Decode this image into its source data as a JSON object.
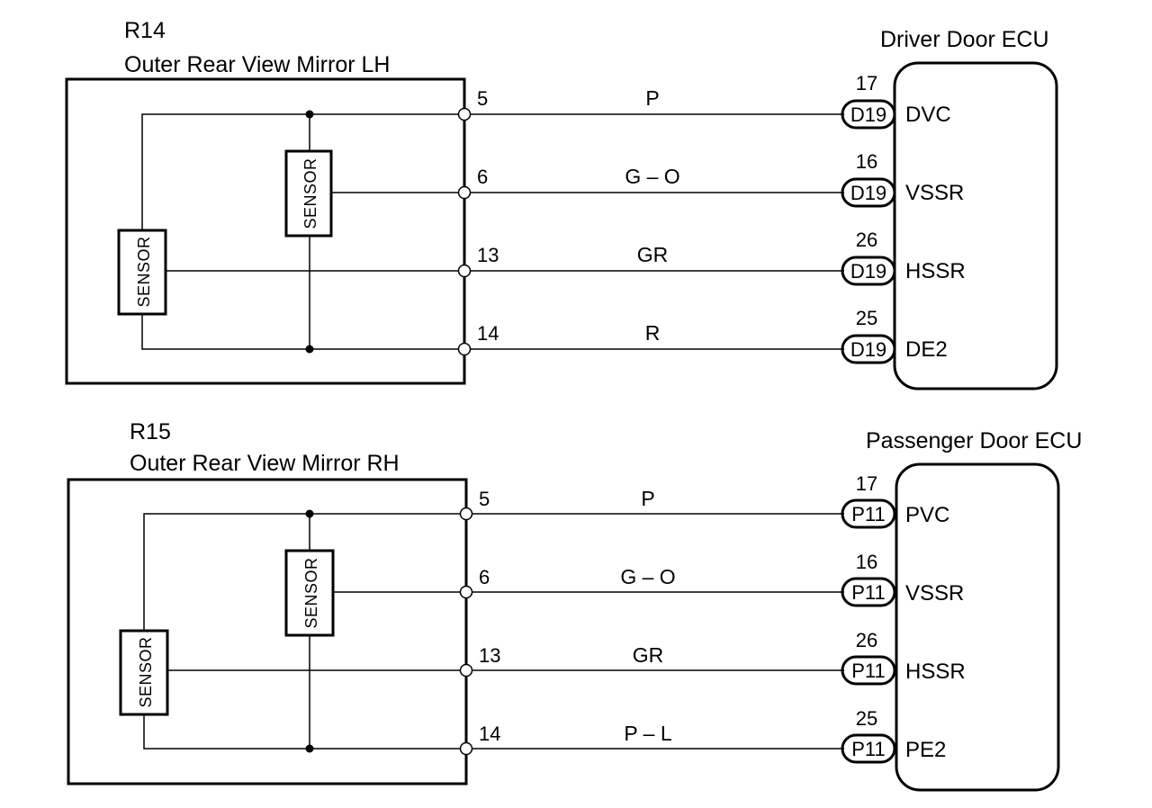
{
  "circuits": [
    {
      "mirror_code": "R14",
      "mirror_name": "Outer Rear View Mirror LH",
      "ecu_name": "Driver Door ECU",
      "sensor_label": "SENSOR",
      "wires": [
        {
          "mirror_pin": "5",
          "color": "P",
          "connector": "D19",
          "ecu_pin": "17",
          "signal": "DVC"
        },
        {
          "mirror_pin": "6",
          "color": "G – O",
          "connector": "D19",
          "ecu_pin": "16",
          "signal": "VSSR"
        },
        {
          "mirror_pin": "13",
          "color": "GR",
          "connector": "D19",
          "ecu_pin": "26",
          "signal": "HSSR"
        },
        {
          "mirror_pin": "14",
          "color": "R",
          "connector": "D19",
          "ecu_pin": "25",
          "signal": "DE2"
        }
      ]
    },
    {
      "mirror_code": "R15",
      "mirror_name": "Outer Rear View Mirror RH",
      "ecu_name": "Passenger Door ECU",
      "sensor_label": "SENSOR",
      "wires": [
        {
          "mirror_pin": "5",
          "color": "P",
          "connector": "P11",
          "ecu_pin": "17",
          "signal": "PVC"
        },
        {
          "mirror_pin": "6",
          "color": "G – O",
          "connector": "P11",
          "ecu_pin": "16",
          "signal": "VSSR"
        },
        {
          "mirror_pin": "13",
          "color": "GR",
          "connector": "P11",
          "ecu_pin": "26",
          "signal": "HSSR"
        },
        {
          "mirror_pin": "14",
          "color": "P – L",
          "connector": "P11",
          "ecu_pin": "25",
          "signal": "PE2"
        }
      ]
    }
  ]
}
